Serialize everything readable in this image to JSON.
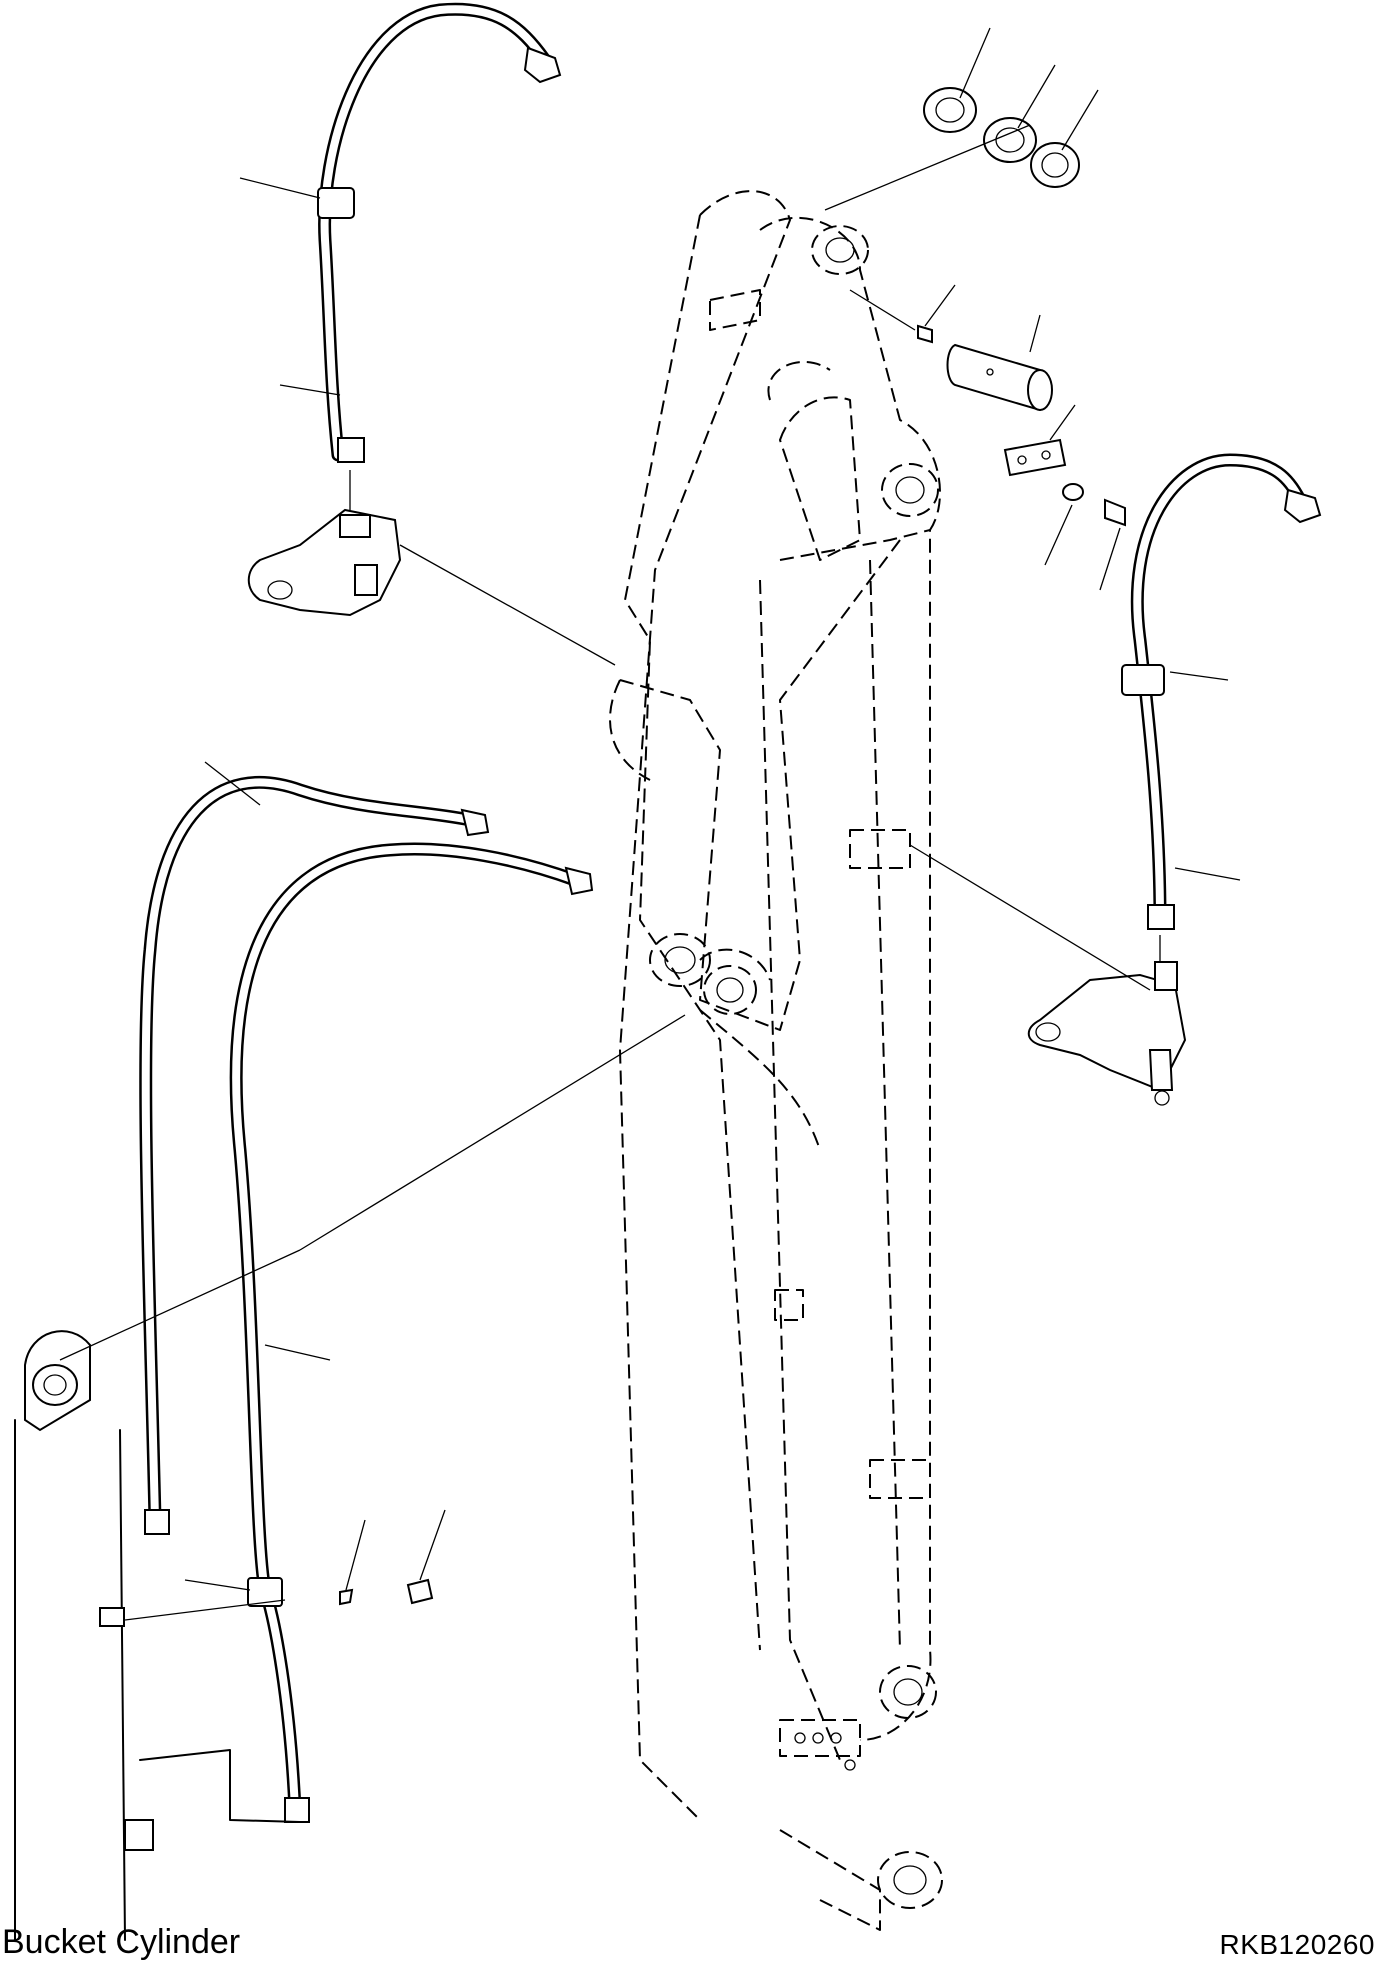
{
  "figure": {
    "title": "Bucket Cylinder",
    "drawing_code": "RKB120260"
  },
  "parts": [
    "arm-body",
    "bucket-cylinder",
    "hose-left-upper",
    "hose-right-upper",
    "hose-long-left",
    "hose-long-right",
    "valve-block-left",
    "valve-block-right",
    "pin",
    "washer",
    "plate",
    "bolt",
    "clamp",
    "grease-fitting"
  ]
}
